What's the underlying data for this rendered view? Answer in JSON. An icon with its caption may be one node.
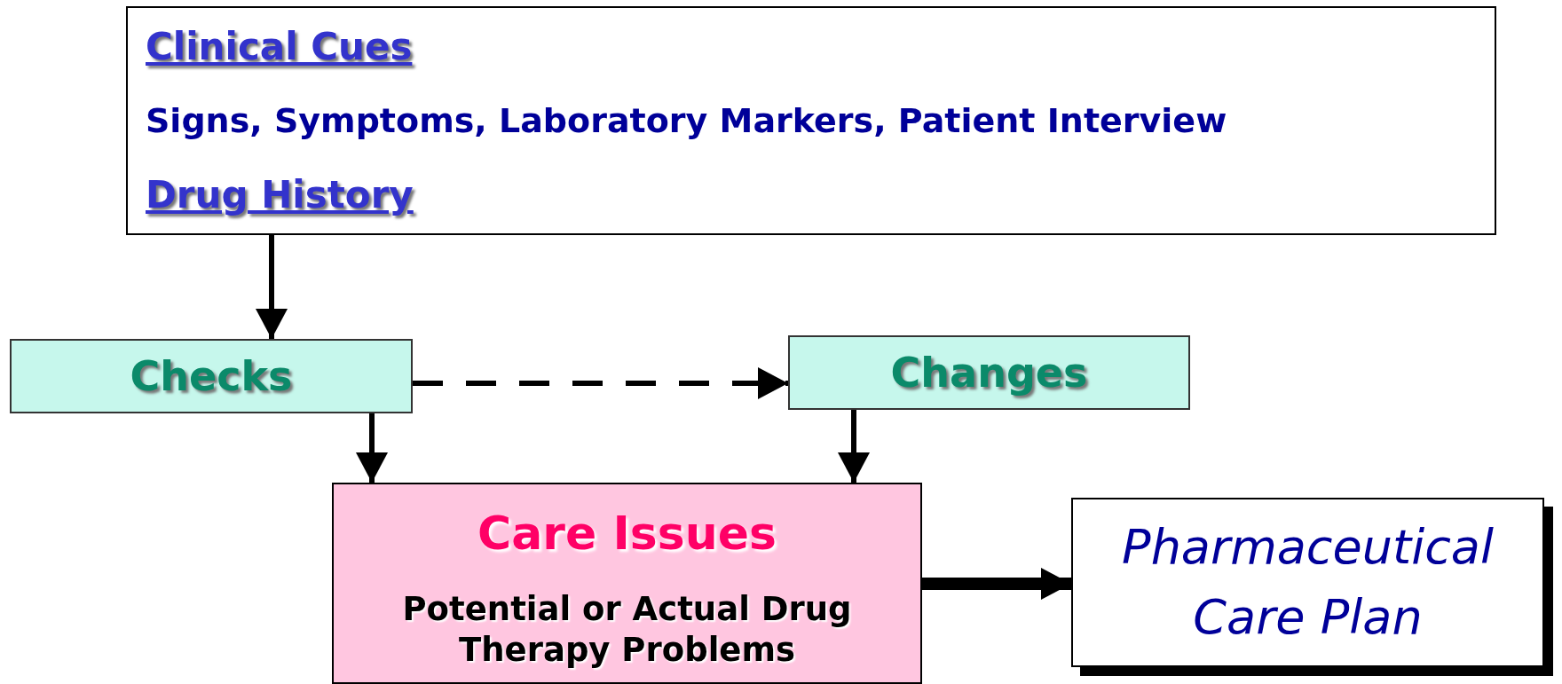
{
  "diagram": {
    "nodes": [
      {
        "text": [
          "Clinical Cues",
          "Signs, Symptoms, Laboratory Markers, Patient Interview",
          "Drug History"
        ]
      },
      {
        "text": [
          "Checks"
        ]
      },
      {
        "text": [
          "Changes"
        ]
      },
      {
        "text": [
          "Care Issues",
          "Potential or Actual Drug Therapy Problems"
        ]
      },
      {
        "text": [
          "Pharmaceutical Care Plan"
        ]
      }
    ],
    "edges": [
      {
        "from": 0,
        "to": 1,
        "arrow": "to"
      },
      {
        "from": 1,
        "to": 2,
        "arrow": "to",
        "style": "dashed"
      },
      {
        "from": 1,
        "to": 3,
        "arrow": "to"
      },
      {
        "from": 2,
        "to": 3,
        "arrow": "to"
      },
      {
        "from": 3,
        "to": 4,
        "arrow": "to",
        "style": "thick"
      }
    ]
  }
}
